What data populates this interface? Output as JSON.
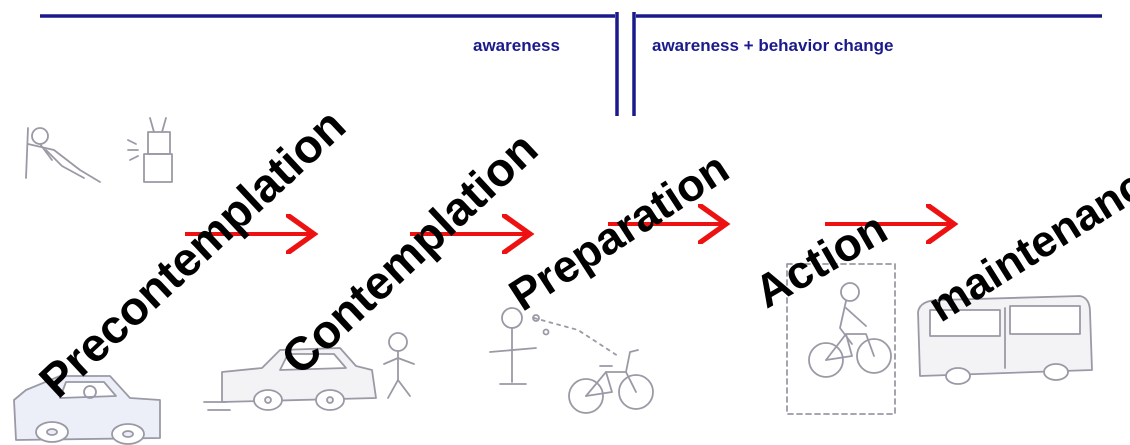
{
  "banner": {
    "left_label": "awareness",
    "right_label": "awareness + behavior change",
    "line_color": "#1a1a8c"
  },
  "stages": [
    {
      "name": "Precontemplation"
    },
    {
      "name": "Contemplation"
    },
    {
      "name": "Preparation"
    },
    {
      "name": "Action"
    },
    {
      "name": "maintenance"
    }
  ],
  "arrow_color": "#ee1111",
  "illustrations": [
    "person-reclining-icon",
    "television-icon",
    "car-with-driver-icon",
    "car-icon",
    "stick-figure-icon",
    "stick-figure-thinking-icon",
    "bicycle-icon",
    "cyclist-icon",
    "bus-icon"
  ]
}
